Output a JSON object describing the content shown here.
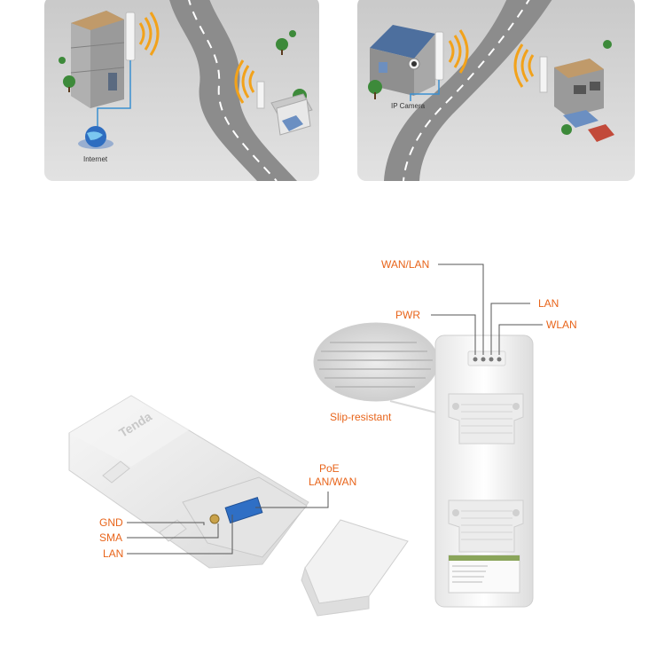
{
  "scenario_left": {
    "internet_label": "Internet"
  },
  "scenario_right": {
    "camera_label": "IP Camera"
  },
  "product": {
    "logo_text": "Tenda",
    "callouts": {
      "wan_lan": "WAN/LAN",
      "lan_top": "LAN",
      "pwr": "PWR",
      "wlan": "WLAN",
      "slip_resistant": "Slip-resistant",
      "poe": "PoE",
      "lan_wan": "LAN/WAN",
      "gnd": "GND",
      "sma": "SMA",
      "lan_bottom": "LAN"
    }
  },
  "colors": {
    "callout_text": "#e8641a",
    "panel_bg": "#d4d4d4",
    "road": "#8c8c8c",
    "wifi_waves": "#f2a21b",
    "connector_line": "#3a8fd0"
  }
}
